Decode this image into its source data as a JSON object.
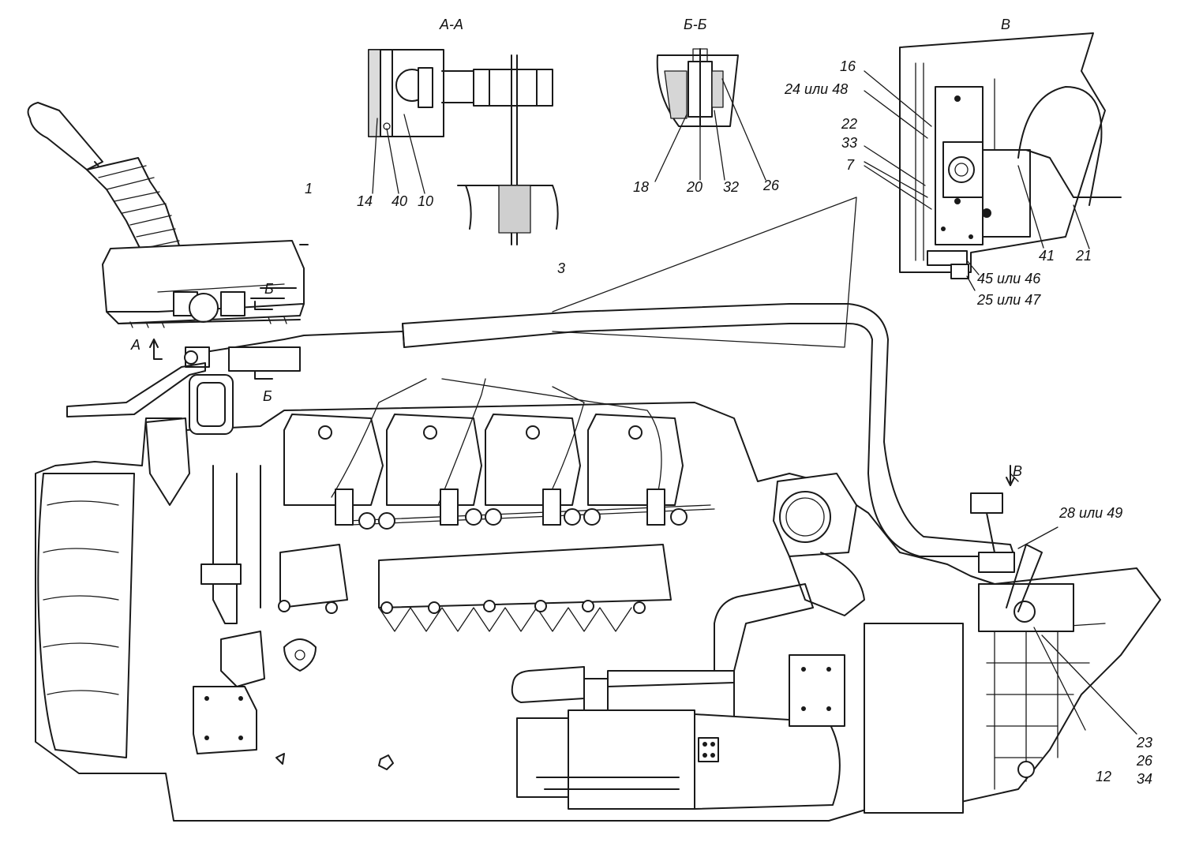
{
  "sections": {
    "aa": "А-А",
    "bb": "Б-Б",
    "v": "В"
  },
  "markers": {
    "a": "А",
    "b_top": "Б",
    "b_bottom": "Б",
    "v": "В"
  },
  "callouts": {
    "c1": "1",
    "c3": "3",
    "c14": "14",
    "c40": "40",
    "c10": "10",
    "c18": "18",
    "c20": "20",
    "c32": "32",
    "c26": "26",
    "c16": "16",
    "c24_48": "24 или 48",
    "c22": "22",
    "c33": "33",
    "c7": "7",
    "c41": "41",
    "c21": "21",
    "c45_46": "45 или 46",
    "c25_47": "25 или 47",
    "c28_49": "28 или 49",
    "c23": "23",
    "c26b": "26",
    "c34": "34",
    "c12": "12"
  }
}
